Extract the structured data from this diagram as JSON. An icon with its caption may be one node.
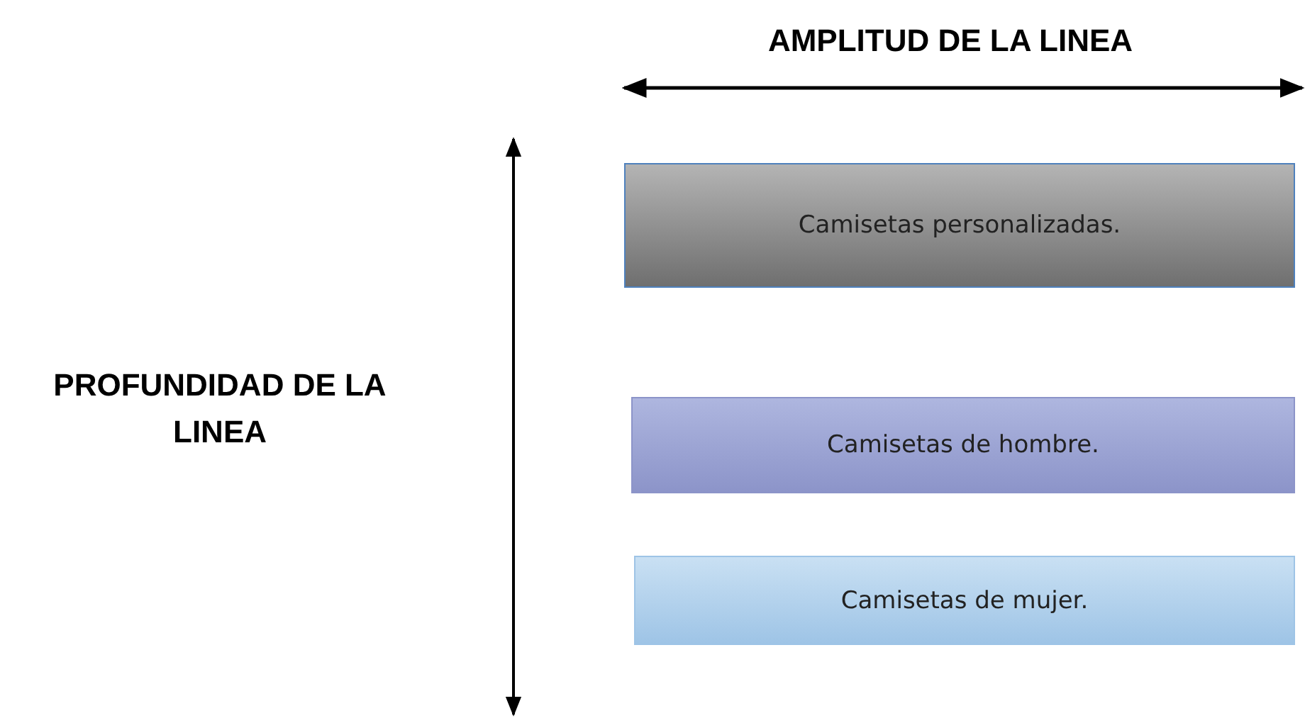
{
  "diagram": {
    "nodes": [
      {
        "text": [
          "Camisetas personalizadas."
        ]
      },
      {
        "text": [
          "Camisetas de hombre."
        ]
      },
      {
        "text": [
          "Camisetas de mujer."
        ]
      }
    ],
    "labels": [
      "AMPLITUD DE LA LINEA",
      "PROFUNDIDAD DE LA LINEA"
    ]
  }
}
